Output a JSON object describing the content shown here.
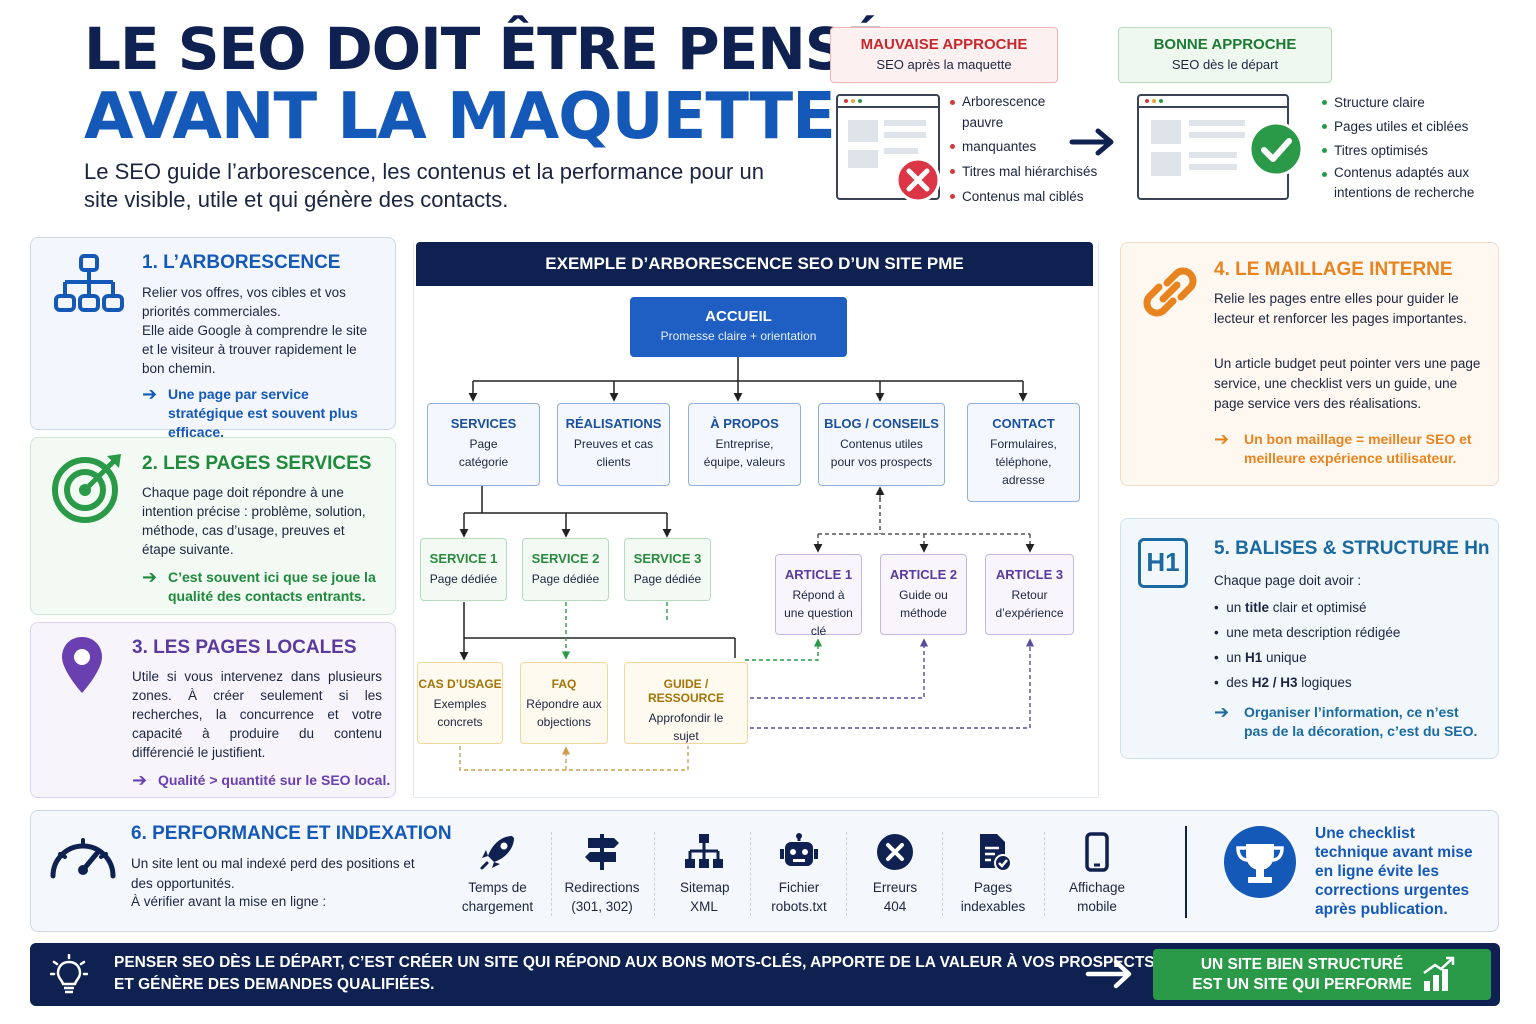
{
  "header": {
    "title_line1": "LE SEO DOIT ÊTRE PENSÉ",
    "title_line2": "AVANT LA MAQUETTE",
    "subtitle": "Le SEO guide l’arborescence, les contenus et la performance pour un site visible, utile et qui génère des contacts."
  },
  "approach": {
    "bad": {
      "title": "MAUVAISE APPROCHE",
      "subtitle": "SEO après la maquette",
      "items": [
        "Arborescence pauvre",
        "manquantes",
        "Titres mal hiérarchisés",
        "Contenus mal ciblés"
      ]
    },
    "good": {
      "title": "BONNE APPROCHE",
      "subtitle": "SEO dès le départ",
      "items": [
        "Structure claire",
        "Pages utiles et ciblées",
        "Titres optimisés",
        "Contenus adaptés aux intentions de recherche"
      ]
    }
  },
  "cards": {
    "arbo": {
      "title": "1. L’ARBORESCENCE",
      "p1": "Relier vos offres, vos cibles et vos priorités commerciales.",
      "p2": "Elle aide Google à comprendre le site et le visiteur à trouver rapidement le bon chemin.",
      "tip": "Une page par service stratégique est souvent plus efficace."
    },
    "services": {
      "title": "2. LES PAGES SERVICES",
      "p1": "Chaque page doit répondre à une intention précise : problème, solution, méthode, cas d’usage, preuves et étape suivante.",
      "tip": "C’est souvent ici que se joue la qualité des contacts entrants."
    },
    "locales": {
      "title": "3. LES PAGES LOCALES",
      "p1": "Utile si vous intervenez dans plusieurs zones. À créer seulement si les recherches, la concurrence et votre capacité à produire du contenu différencié le justifient.",
      "tip": "Qualité > quantité sur le SEO local."
    },
    "maillage": {
      "title": "4. LE MAILLAGE INTERNE",
      "p1": "Relie les pages entre elles pour guider le lecteur et renforcer les pages importantes.",
      "p2": "Un article budget peut pointer vers une page service, une checklist vers un guide, une page service vers des réalisations.",
      "tip": "Un bon maillage = meilleur SEO et meilleure expérience utilisateur."
    },
    "balises": {
      "title": "5. BALISES & STRUCTURE Hn",
      "icon_text": "H1",
      "intro": "Chaque page doit avoir :",
      "items": [
        {
          "b": "un ",
          "s": "title",
          "a": " clair et optimisé"
        },
        {
          "b": "une meta description rédigée",
          "s": "",
          "a": ""
        },
        {
          "b": "un ",
          "s": "H1",
          "a": " unique"
        },
        {
          "b": "des ",
          "s": "H2 / H3",
          "a": " logiques"
        }
      ],
      "tip": "Organiser l’information, ce n’est pas de la décoration, c’est du SEO."
    }
  },
  "tree": {
    "title": "EXEMPLE D’ARBORESCENCE SEO D’UN SITE PME",
    "root": {
      "title": "ACCUEIL",
      "desc": "Promesse claire + orientation"
    },
    "level1": [
      {
        "title": "SERVICES",
        "desc": "Page catégorie"
      },
      {
        "title": "RÉALISATIONS",
        "desc": "Preuves et cas clients"
      },
      {
        "title": "À PROPOS",
        "desc": "Entreprise, équipe, valeurs"
      },
      {
        "title": "BLOG / CONSEILS",
        "desc": "Contenus utiles pour vos prospects"
      },
      {
        "title": "CONTACT",
        "desc": "Formulaires, téléphone, adresse"
      }
    ],
    "services": [
      {
        "title": "SERVICE 1",
        "desc": "Page dédiée"
      },
      {
        "title": "SERVICE 2",
        "desc": "Page dédiée"
      },
      {
        "title": "SERVICE 3",
        "desc": "Page dédiée"
      }
    ],
    "articles": [
      {
        "title": "ARTICLE 1",
        "desc": "Répond à une question clé"
      },
      {
        "title": "ARTICLE 2",
        "desc": "Guide ou méthode"
      },
      {
        "title": "ARTICLE 3",
        "desc": "Retour d’expérience"
      }
    ],
    "resources": [
      {
        "title": "CAS D’USAGE",
        "desc": "Exemples concrets"
      },
      {
        "title": "FAQ",
        "desc": "Répondre aux objections"
      },
      {
        "title": "GUIDE / RESSOURCE",
        "desc": "Approfondir le sujet"
      }
    ]
  },
  "performance": {
    "title": "6. PERFORMANCE ET INDEXATION",
    "p1": "Un site lent ou mal indexé perd des positions et des opportunités.",
    "p2": "À vérifier avant la mise en ligne :",
    "items": [
      {
        "label": "Temps de chargement",
        "icon": "rocket-icon"
      },
      {
        "label": "Redirections (301, 302)",
        "icon": "signpost-icon"
      },
      {
        "label": "Sitemap XML",
        "icon": "sitemap-icon"
      },
      {
        "label": "Fichier robots.txt",
        "icon": "robot-icon"
      },
      {
        "label": "Erreurs 404",
        "icon": "error-icon"
      },
      {
        "label": "Pages indexables",
        "icon": "document-check-icon"
      },
      {
        "label": "Affichage mobile",
        "icon": "mobile-icon"
      }
    ],
    "checklist_note": "Une checklist technique avant mise en ligne évite les corrections urgentes après publication."
  },
  "footer": {
    "line1": "PENSER SEO DÈS LE DÉPART, C’EST CRÉER UN SITE QUI RÉPOND AUX BONS MOTS-CLÉS, APPORTE DE LA VALEUR À VOS PROSPECTS",
    "line2": "ET GÉNÈRE DES DEMANDES QUALIFIÉES.",
    "cta_line1": "UN SITE BIEN STRUCTURÉ",
    "cta_line2": "EST UN SITE QUI PERFORME"
  },
  "colors": {
    "navy": "#0e2150",
    "blue": "#1559b8",
    "green": "#2a9a48",
    "purple": "#6a3fb0",
    "orange": "#e8841f",
    "teal": "#1a6aa0",
    "red": "#d33b3b"
  }
}
